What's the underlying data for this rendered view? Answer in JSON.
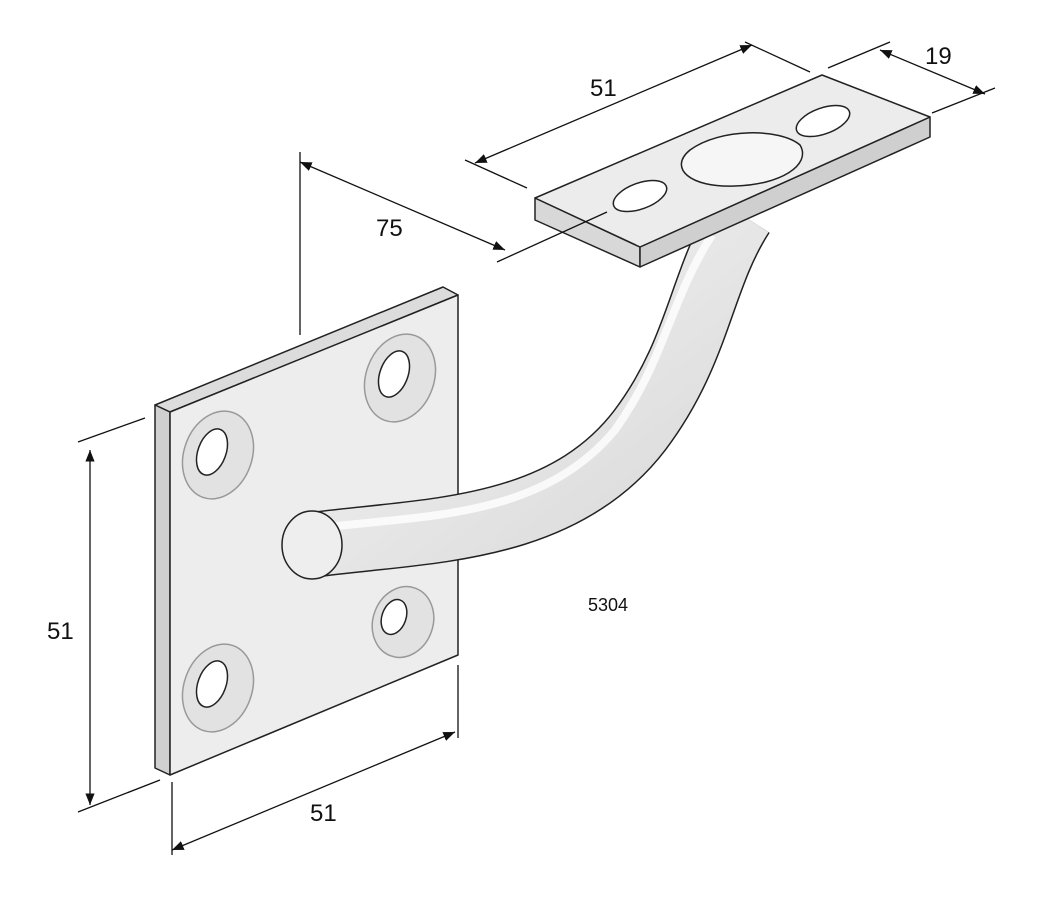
{
  "drawing": {
    "part_number": "5304",
    "dimensions": {
      "top_plate_length": "51",
      "top_plate_width": "19",
      "projection": "75",
      "wall_plate_height": "51",
      "wall_plate_width": "51"
    },
    "colors": {
      "metal_face": "#ececec",
      "metal_edge": "#d6d6d6",
      "outline": "#222222"
    }
  }
}
